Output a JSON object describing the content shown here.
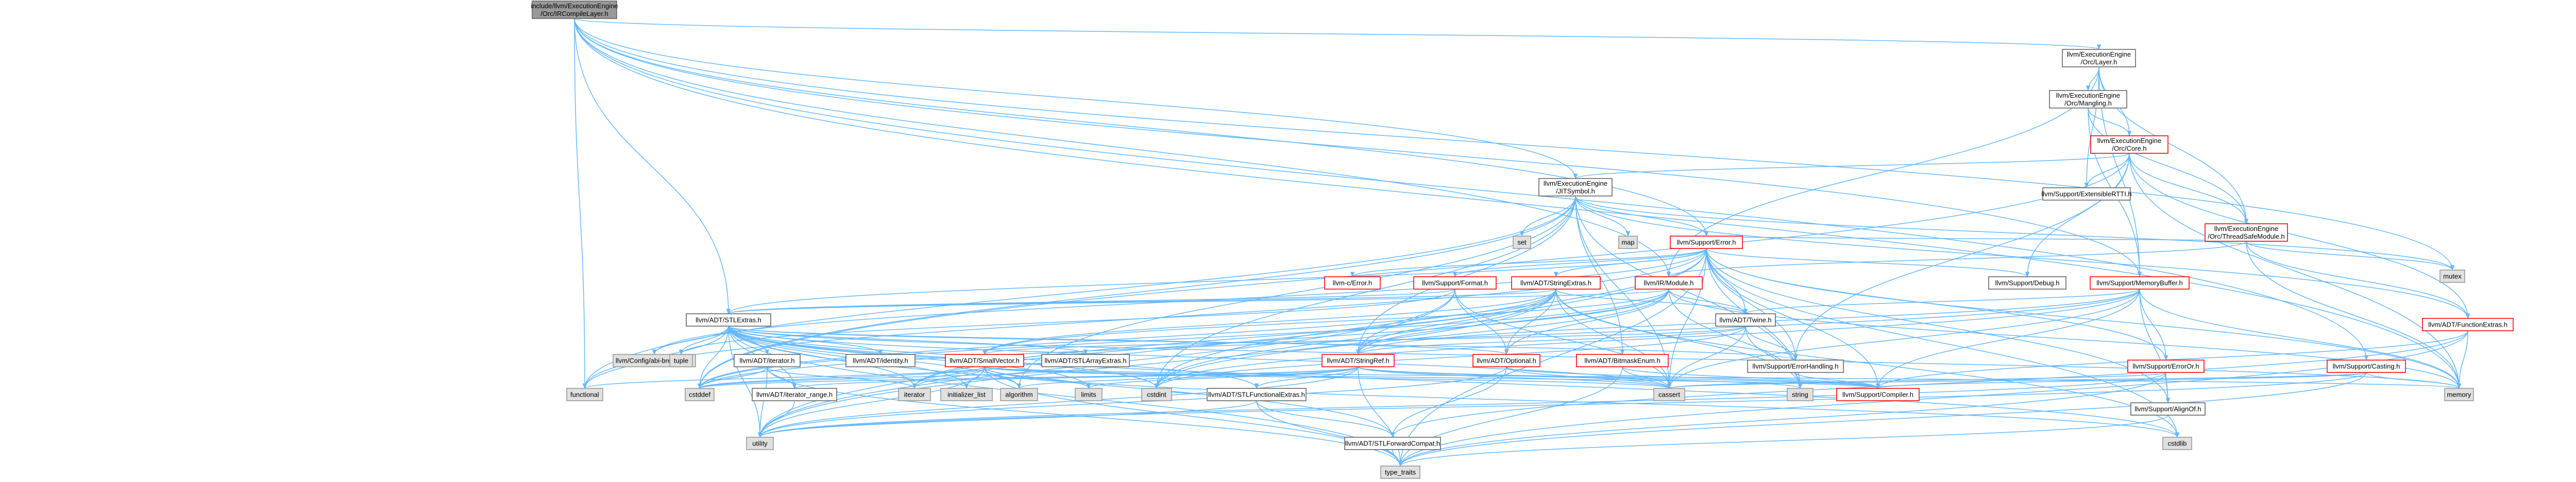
{
  "colors": {
    "edge": "#63b8ff",
    "root_fill": "#999999",
    "node_fill": "#ffffff",
    "node_border": "#666666",
    "truncated_border": "#ff0000",
    "system_fill": "#e0e0e0",
    "system_border": "#999999"
  },
  "nodes": [
    {
      "id": "root",
      "lines": [
        "include/llvm/ExecutionEngine",
        "/Orc/IRCompileLayer.h"
      ],
      "kind": "root"
    },
    {
      "id": "layer",
      "lines": [
        "llvm/ExecutionEngine",
        "/Orc/Layer.h"
      ],
      "kind": "normal"
    },
    {
      "id": "mangling",
      "lines": [
        "llvm/ExecutionEngine",
        "/Orc/Mangling.h"
      ],
      "kind": "normal"
    },
    {
      "id": "core",
      "lines": [
        "llvm/ExecutionEngine",
        "/Orc/Core.h"
      ],
      "kind": "truncated"
    },
    {
      "id": "extensible",
      "lines": [
        "llvm/Support/ExtensibleRTTI.h"
      ],
      "kind": "normal"
    },
    {
      "id": "jitsymbol",
      "lines": [
        "llvm/ExecutionEngine",
        "/JITSymbol.h"
      ],
      "kind": "normal"
    },
    {
      "id": "tsm",
      "lines": [
        "llvm/ExecutionEngine",
        "/Orc/ThreadSafeModule.h"
      ],
      "kind": "truncated"
    },
    {
      "id": "error",
      "lines": [
        "llvm/Support/Error.h"
      ],
      "kind": "truncated"
    },
    {
      "id": "set",
      "lines": [
        "set"
      ],
      "kind": "system"
    },
    {
      "id": "map",
      "lines": [
        "map"
      ],
      "kind": "system"
    },
    {
      "id": "mutex",
      "lines": [
        "mutex"
      ],
      "kind": "system"
    },
    {
      "id": "cerror",
      "lines": [
        "llvm-c/Error.h"
      ],
      "kind": "truncated"
    },
    {
      "id": "format",
      "lines": [
        "llvm/Support/Format.h"
      ],
      "kind": "truncated"
    },
    {
      "id": "strext",
      "lines": [
        "llvm/ADT/StringExtras.h"
      ],
      "kind": "truncated"
    },
    {
      "id": "irmodule",
      "lines": [
        "llvm/IR/Module.h"
      ],
      "kind": "truncated"
    },
    {
      "id": "debug",
      "lines": [
        "llvm/Support/Debug.h"
      ],
      "kind": "normal"
    },
    {
      "id": "membuf",
      "lines": [
        "llvm/Support/MemoryBuffer.h"
      ],
      "kind": "truncated"
    },
    {
      "id": "funcext",
      "lines": [
        "llvm/ADT/FunctionExtras.h"
      ],
      "kind": "truncated"
    },
    {
      "id": "stlextras",
      "lines": [
        "llvm/ADT/STLExtras.h"
      ],
      "kind": "normal"
    },
    {
      "id": "twine",
      "lines": [
        "llvm/ADT/Twine.h"
      ],
      "kind": "normal"
    },
    {
      "id": "errorhandling",
      "lines": [
        "llvm/Support/ErrorHandling.h"
      ],
      "kind": "normal"
    },
    {
      "id": "erroror",
      "lines": [
        "llvm/Support/ErrorOr.h"
      ],
      "kind": "truncated"
    },
    {
      "id": "casting",
      "lines": [
        "llvm/Support/Casting.h"
      ],
      "kind": "truncated"
    },
    {
      "id": "configbb",
      "lines": [
        "llvm/Config/abi-breaking.h"
      ],
      "kind": "system"
    },
    {
      "id": "tuple",
      "lines": [
        "tuple"
      ],
      "kind": "system"
    },
    {
      "id": "iterator_h",
      "lines": [
        "llvm/ADT/iterator.h"
      ],
      "kind": "normal"
    },
    {
      "id": "identity",
      "lines": [
        "llvm/ADT/identity.h"
      ],
      "kind": "normal"
    },
    {
      "id": "smallvec",
      "lines": [
        "llvm/ADT/SmallVector.h"
      ],
      "kind": "truncated"
    },
    {
      "id": "stlarrayext",
      "lines": [
        "llvm/ADT/STLArrayExtras.h"
      ],
      "kind": "normal"
    },
    {
      "id": "strref",
      "lines": [
        "llvm/ADT/StringRef.h"
      ],
      "kind": "truncated"
    },
    {
      "id": "optional",
      "lines": [
        "llvm/ADT/Optional.h"
      ],
      "kind": "truncated"
    },
    {
      "id": "bmenum",
      "lines": [
        "llvm/ADT/BitmaskEnum.h"
      ],
      "kind": "truncated"
    },
    {
      "id": "compiler",
      "lines": [
        "llvm/Support/Compiler.h"
      ],
      "kind": "truncated"
    },
    {
      "id": "alignof",
      "lines": [
        "llvm/Support/AlignOf.h"
      ],
      "kind": "normal"
    },
    {
      "id": "memory",
      "lines": [
        "memory"
      ],
      "kind": "system"
    },
    {
      "id": "functional",
      "lines": [
        "functional"
      ],
      "kind": "system"
    },
    {
      "id": "cstddef",
      "lines": [
        "cstddef"
      ],
      "kind": "system"
    },
    {
      "id": "iterrange",
      "lines": [
        "llvm/ADT/iterator_range.h"
      ],
      "kind": "normal"
    },
    {
      "id": "iterator",
      "lines": [
        "iterator"
      ],
      "kind": "system"
    },
    {
      "id": "initlist",
      "lines": [
        "initializer_list"
      ],
      "kind": "system"
    },
    {
      "id": "algorithm",
      "lines": [
        "algorithm"
      ],
      "kind": "system"
    },
    {
      "id": "limits",
      "lines": [
        "limits"
      ],
      "kind": "system"
    },
    {
      "id": "cstdint",
      "lines": [
        "cstdint"
      ],
      "kind": "system"
    },
    {
      "id": "stlfuncext",
      "lines": [
        "llvm/ADT/STLFunctionalExtras.h"
      ],
      "kind": "normal"
    },
    {
      "id": "cassert",
      "lines": [
        "cassert"
      ],
      "kind": "system"
    },
    {
      "id": "string",
      "lines": [
        "string"
      ],
      "kind": "system"
    },
    {
      "id": "cstdlib",
      "lines": [
        "cstdlib"
      ],
      "kind": "system"
    },
    {
      "id": "utility",
      "lines": [
        "utility"
      ],
      "kind": "system"
    },
    {
      "id": "stlfwd",
      "lines": [
        "llvm/ADT/STLForwardCompat.h"
      ],
      "kind": "normal"
    },
    {
      "id": "typetraits",
      "lines": [
        "type_traits"
      ],
      "kind": "system"
    }
  ],
  "edges": [
    [
      "root",
      "layer"
    ],
    [
      "root",
      "jitsymbol"
    ],
    [
      "root",
      "error"
    ],
    [
      "root",
      "membuf"
    ],
    [
      "root",
      "irmodule"
    ],
    [
      "root",
      "mutex"
    ],
    [
      "root",
      "memory"
    ],
    [
      "root",
      "functional"
    ],
    [
      "root",
      "stlextras"
    ],
    [
      "root",
      "casting"
    ],
    [
      "layer",
      "mangling"
    ],
    [
      "layer",
      "core"
    ],
    [
      "layer",
      "tsm"
    ],
    [
      "layer",
      "extensible"
    ],
    [
      "layer",
      "membuf"
    ],
    [
      "layer",
      "irmodule"
    ],
    [
      "mangling",
      "core"
    ],
    [
      "mangling",
      "tsm"
    ],
    [
      "mangling",
      "membuf"
    ],
    [
      "core",
      "jitsymbol"
    ],
    [
      "core",
      "tsm"
    ],
    [
      "core",
      "extensible"
    ],
    [
      "core",
      "debug"
    ],
    [
      "core",
      "funcext"
    ],
    [
      "core",
      "memory"
    ],
    [
      "core",
      "errorhandling"
    ],
    [
      "core",
      "cstddef"
    ],
    [
      "jitsymbol",
      "error"
    ],
    [
      "jitsymbol",
      "set"
    ],
    [
      "jitsymbol",
      "map"
    ],
    [
      "jitsymbol",
      "mutex"
    ],
    [
      "jitsymbol",
      "strref"
    ],
    [
      "jitsymbol",
      "bmenum"
    ],
    [
      "jitsymbol",
      "funcext"
    ],
    [
      "jitsymbol",
      "functional"
    ],
    [
      "jitsymbol",
      "cassert"
    ],
    [
      "jitsymbol",
      "cstdint"
    ],
    [
      "jitsymbol",
      "string"
    ],
    [
      "jitsymbol",
      "algorithm"
    ],
    [
      "jitsymbol",
      "cstddef"
    ],
    [
      "tsm",
      "irmodule"
    ],
    [
      "tsm",
      "error"
    ],
    [
      "tsm",
      "funcext"
    ],
    [
      "tsm",
      "memory"
    ],
    [
      "tsm",
      "mutex"
    ],
    [
      "error",
      "cerror"
    ],
    [
      "error",
      "format"
    ],
    [
      "error",
      "strext"
    ],
    [
      "error",
      "twine"
    ],
    [
      "error",
      "debug"
    ],
    [
      "error",
      "errorhandling"
    ],
    [
      "error",
      "erroror"
    ],
    [
      "error",
      "compiler"
    ],
    [
      "error",
      "alignof"
    ],
    [
      "error",
      "configbb"
    ],
    [
      "error",
      "cassert"
    ],
    [
      "error",
      "cstdint"
    ],
    [
      "error",
      "cstdlib"
    ],
    [
      "error",
      "functional"
    ],
    [
      "error",
      "memory"
    ],
    [
      "error",
      "string"
    ],
    [
      "error",
      "system_error"
    ],
    [
      "error",
      "typetraits"
    ],
    [
      "error",
      "utility"
    ],
    [
      "error",
      "stlextras"
    ],
    [
      "format",
      "strref"
    ],
    [
      "format",
      "cassert"
    ],
    [
      "format",
      "cstdio"
    ],
    [
      "format",
      "optional"
    ],
    [
      "format",
      "tuple"
    ],
    [
      "format",
      "utility"
    ],
    [
      "format",
      "stlextras"
    ],
    [
      "strext",
      "strref"
    ],
    [
      "strext",
      "twine"
    ],
    [
      "strext",
      "smallvec"
    ],
    [
      "strext",
      "cassert"
    ],
    [
      "strext",
      "cstddef"
    ],
    [
      "strext",
      "cstdint"
    ],
    [
      "strext",
      "iterator"
    ],
    [
      "strext",
      "string"
    ],
    [
      "strext",
      "utility"
    ],
    [
      "strext",
      "cstdlib"
    ],
    [
      "strext",
      "stlextras"
    ],
    [
      "strext",
      "optional"
    ],
    [
      "irmodule",
      "twine"
    ],
    [
      "irmodule",
      "strref"
    ],
    [
      "irmodule",
      "optional"
    ],
    [
      "irmodule",
      "memory"
    ],
    [
      "irmodule",
      "cstddef"
    ],
    [
      "irmodule",
      "stlextras"
    ],
    [
      "irmodule",
      "smallvec"
    ],
    [
      "irmodule",
      "iterator"
    ],
    [
      "irmodule",
      "string"
    ],
    [
      "irmodule",
      "vector"
    ],
    [
      "irmodule",
      "cstdint"
    ],
    [
      "membuf",
      "twine"
    ],
    [
      "membuf",
      "strref"
    ],
    [
      "membuf",
      "erroror"
    ],
    [
      "membuf",
      "compiler"
    ],
    [
      "membuf",
      "memory"
    ],
    [
      "membuf",
      "cstddef"
    ],
    [
      "membuf",
      "cstdint"
    ],
    [
      "membuf",
      "alignof"
    ],
    [
      "membuf",
      "cassert"
    ],
    [
      "funcext",
      "stlfwd"
    ],
    [
      "funcext",
      "memory"
    ],
    [
      "funcext",
      "typetraits"
    ],
    [
      "funcext",
      "compiler"
    ],
    [
      "stlextras",
      "stlfwd"
    ],
    [
      "stlextras",
      "stlfuncext"
    ],
    [
      "stlextras",
      "stlarrayext"
    ],
    [
      "stlextras",
      "identity"
    ],
    [
      "stlextras",
      "iterator_h"
    ],
    [
      "stlextras",
      "iterrange"
    ],
    [
      "stlextras",
      "configbb"
    ],
    [
      "stlextras",
      "errorhandling"
    ],
    [
      "stlextras",
      "algorithm"
    ],
    [
      "stlextras",
      "cassert"
    ],
    [
      "stlextras",
      "cstddef"
    ],
    [
      "stlextras",
      "cstdint"
    ],
    [
      "stlextras",
      "cstdlib"
    ],
    [
      "stlextras",
      "functional"
    ],
    [
      "stlextras",
      "initlist"
    ],
    [
      "stlextras",
      "iterator"
    ],
    [
      "stlextras",
      "limits"
    ],
    [
      "stlextras",
      "memory"
    ],
    [
      "stlextras",
      "optional"
    ],
    [
      "stlextras",
      "tuple"
    ],
    [
      "stlextras",
      "typetraits"
    ],
    [
      "stlextras",
      "utility"
    ],
    [
      "twine",
      "smallvec"
    ],
    [
      "twine",
      "strref"
    ],
    [
      "twine",
      "errorhandling"
    ],
    [
      "twine",
      "cassert"
    ],
    [
      "twine",
      "cstdint"
    ],
    [
      "twine",
      "string"
    ],
    [
      "errorhandling",
      "compiler"
    ],
    [
      "erroror",
      "alignof"
    ],
    [
      "erroror",
      "cassert"
    ],
    [
      "erroror",
      "typetraits"
    ],
    [
      "erroror",
      "utility"
    ],
    [
      "casting",
      "typetraits"
    ],
    [
      "casting",
      "cassert"
    ],
    [
      "casting",
      "memory"
    ],
    [
      "casting",
      "utility"
    ],
    [
      "casting",
      "compiler"
    ],
    [
      "iterator_h",
      "iterrange"
    ],
    [
      "iterator_h",
      "cstddef"
    ],
    [
      "iterator_h",
      "iterator"
    ],
    [
      "iterator_h",
      "typetraits"
    ],
    [
      "iterator_h",
      "utility"
    ],
    [
      "smallvec",
      "compiler"
    ],
    [
      "smallvec",
      "algorithm"
    ],
    [
      "smallvec",
      "cassert"
    ],
    [
      "smallvec",
      "cstddef"
    ],
    [
      "smallvec",
      "cstdlib"
    ],
    [
      "smallvec",
      "cstring"
    ],
    [
      "smallvec",
      "functional"
    ],
    [
      "smallvec",
      "initlist"
    ],
    [
      "smallvec",
      "iterator"
    ],
    [
      "smallvec",
      "limits"
    ],
    [
      "smallvec",
      "memory"
    ],
    [
      "smallvec",
      "typetraits"
    ],
    [
      "smallvec",
      "utility"
    ],
    [
      "stlarrayext",
      "cstddef"
    ],
    [
      "strref",
      "stlfuncext"
    ],
    [
      "strref",
      "iterrange"
    ],
    [
      "strref",
      "compiler"
    ],
    [
      "strref",
      "algorithm"
    ],
    [
      "strref",
      "cassert"
    ],
    [
      "strref",
      "cstddef"
    ],
    [
      "strref",
      "cstring"
    ],
    [
      "strref",
      "limits"
    ],
    [
      "strref",
      "string"
    ],
    [
      "strref",
      "typetraits"
    ],
    [
      "strref",
      "utility"
    ],
    [
      "optional",
      "stlfwd"
    ],
    [
      "optional",
      "compiler"
    ],
    [
      "optional",
      "cassert"
    ],
    [
      "optional",
      "new"
    ],
    [
      "optional",
      "utility"
    ],
    [
      "bmenum",
      "compiler"
    ],
    [
      "bmenum",
      "cassert"
    ],
    [
      "bmenum",
      "typetraits"
    ],
    [
      "alignof",
      "typetraits"
    ],
    [
      "iterrange",
      "utility"
    ],
    [
      "stlfuncext",
      "stlfwd"
    ],
    [
      "stlfuncext",
      "cstdint"
    ],
    [
      "stlfuncext",
      "typetraits"
    ],
    [
      "stlfuncext",
      "utility"
    ],
    [
      "stlfwd",
      "typetraits"
    ]
  ]
}
